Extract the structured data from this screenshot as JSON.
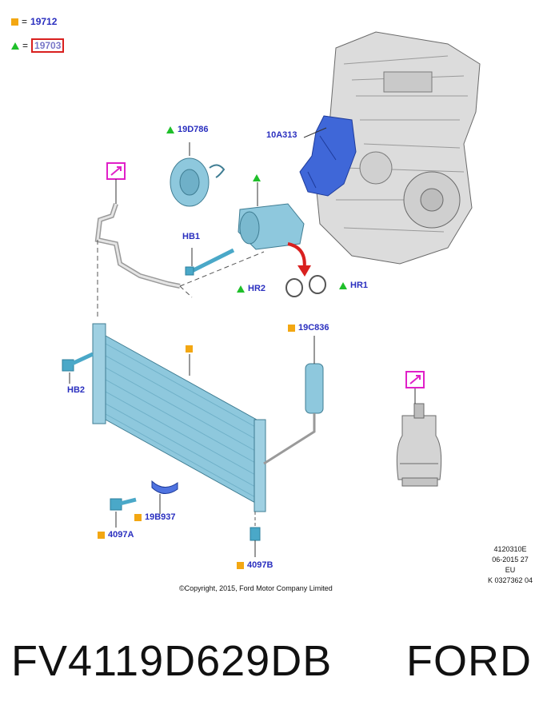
{
  "legend": [
    {
      "marker": "square",
      "marker_color": "#f3a712",
      "equals": "=",
      "code": "19712"
    },
    {
      "marker": "triangle",
      "marker_color": "#1fbf2a",
      "equals": "=",
      "code": "19703",
      "highlighted": true
    }
  ],
  "callouts": {
    "compressor_clutch": "19D786",
    "mounting_bracket": "10A313",
    "bolt_hb1": "HB1",
    "seal_hr2": "HR2",
    "seal_hr1": "HR1",
    "bolt_hb2": "HB2",
    "receiver_drier": "19C836",
    "bracket_19b937": "19B937",
    "bolt_4097a": "4097A",
    "bolt_4097b": "4097B"
  },
  "icons": [
    "compressor-clutch-icon",
    "engine-block-icon",
    "refrigerant-bottle-icon",
    "condenser-icon",
    "pink-link-icon"
  ],
  "colors": {
    "part_blue": "#8ec8dd",
    "label_blue": "#2a2fbf",
    "accent_red": "#d9201f",
    "link_pink": "#e020c8",
    "engine_gray": "#d8d8d8"
  },
  "footer": {
    "copyright": "©Copyright, 2015, Ford Motor Company Limited",
    "illustration_code": "4120310E",
    "date_line": "06-2015 27",
    "region": "EU",
    "ref": "K 0327362 04"
  },
  "caption": {
    "part_number": "FV4119D629DB",
    "brand": "FORD"
  }
}
